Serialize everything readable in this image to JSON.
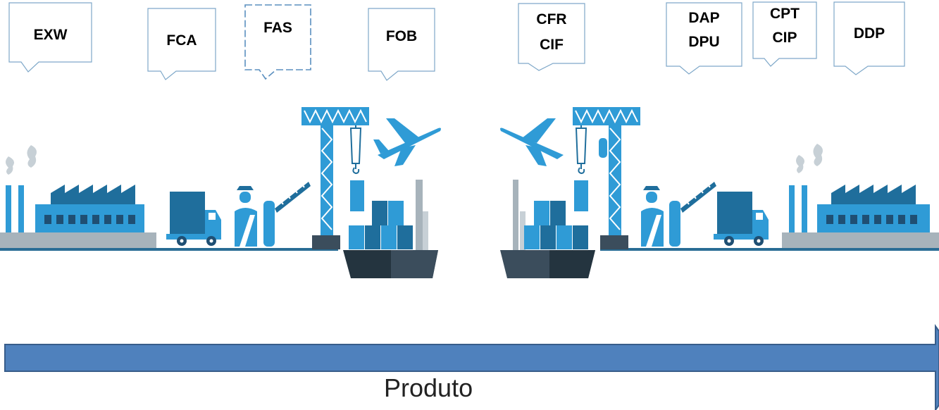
{
  "incoterms": [
    {
      "lines": [
        "EXW"
      ]
    },
    {
      "lines": [
        "FCA"
      ]
    },
    {
      "lines": [
        "FAS"
      ]
    },
    {
      "lines": [
        "FOB"
      ]
    },
    {
      "lines": [
        "CFR",
        "CIF"
      ]
    },
    {
      "lines": [
        "DAP",
        "DPU"
      ]
    },
    {
      "lines": [
        "CPT",
        "CIP"
      ]
    },
    {
      "lines": [
        "DDP"
      ]
    }
  ],
  "arrow_label": "Produto",
  "colors": {
    "arrow_fill": "#4f81bd",
    "arrow_stroke": "#385d8a",
    "primary_blue": "#2f9bd6",
    "dark_blue": "#1f6e9c",
    "ground_gray": "#a7b3bb",
    "ship_dark": "#24343f",
    "ship_mid": "#3b4d5c"
  },
  "icons": [
    "factory-icon",
    "truck-icon",
    "customs-officer-icon",
    "barrier-gate-icon",
    "crane-icon",
    "airplane-icon",
    "cargo-ship-icon"
  ]
}
